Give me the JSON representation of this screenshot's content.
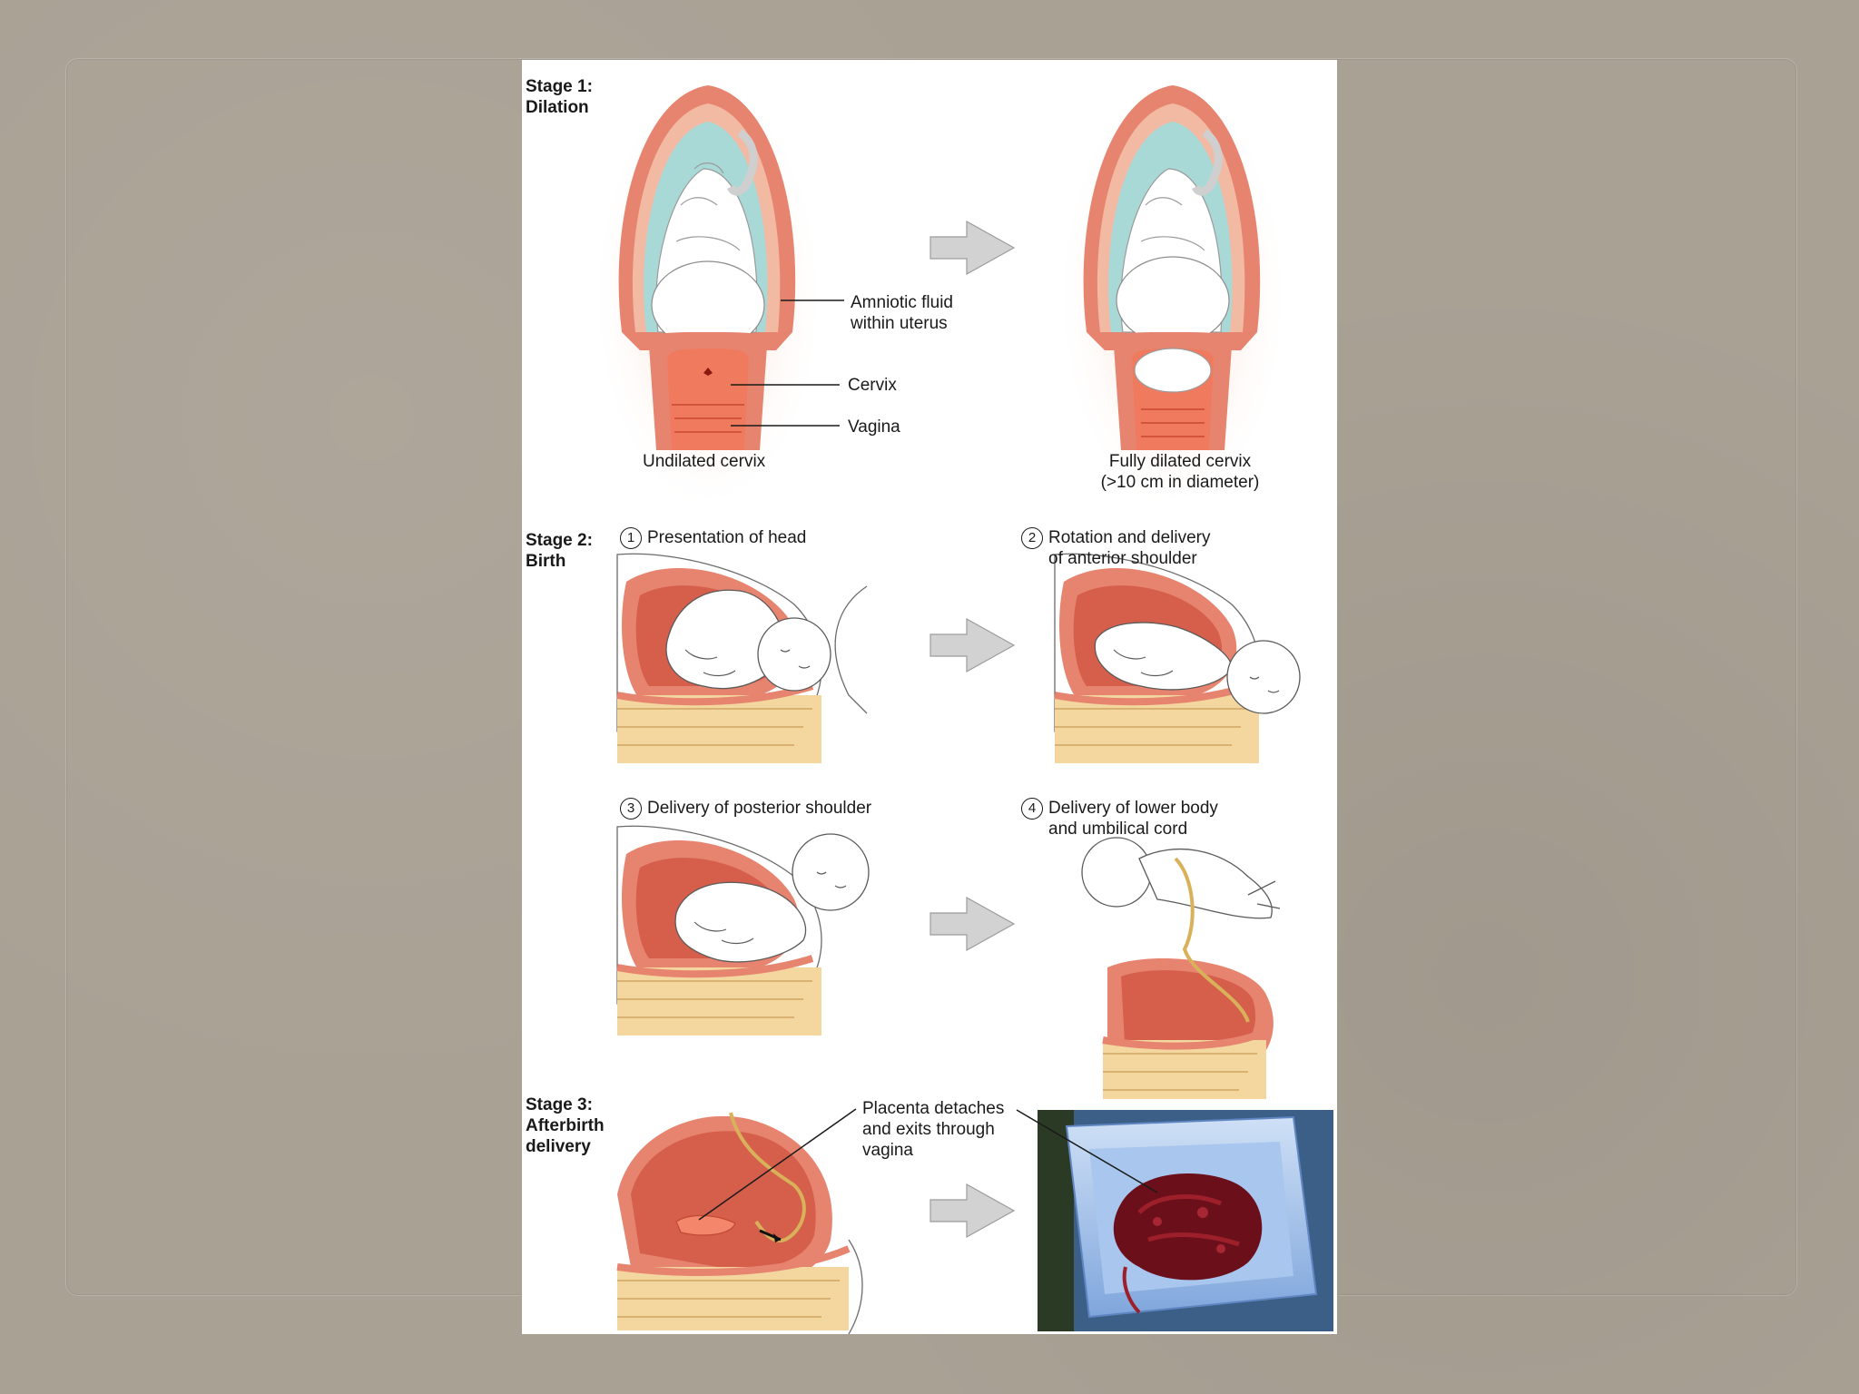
{
  "stage1": {
    "title": "Stage 1:\nDilation",
    "label_amniotic": "Amniotic fluid\nwithin uterus",
    "label_cervix": "Cervix",
    "label_vagina": "Vagina",
    "caption_left": "Undilated cervix",
    "caption_right": "Fully dilated cervix\n(>10 cm in diameter)"
  },
  "stage2": {
    "title": "Stage 2:\nBirth",
    "steps": [
      {
        "num": "1",
        "text": "Presentation of head"
      },
      {
        "num": "2",
        "text": "Rotation and delivery\nof anterior shoulder"
      },
      {
        "num": "3",
        "text": "Delivery of posterior shoulder"
      },
      {
        "num": "4",
        "text": "Delivery of lower body\nand umbilical cord"
      }
    ]
  },
  "stage3": {
    "title": "Stage 3:\nAfterbirth\ndelivery",
    "label_placenta": "Placenta detaches\nand exits through\nvagina"
  },
  "colors": {
    "uterus": "#e7846f",
    "uterus_light": "#f6c3ad",
    "amniotic": "#a9d9d7",
    "fetus": "#ffffff",
    "pelvis": "#f3d79f",
    "arrow": "#c9c9c9",
    "tray": "#8fb5e4",
    "placenta": "#6b0f1a"
  }
}
